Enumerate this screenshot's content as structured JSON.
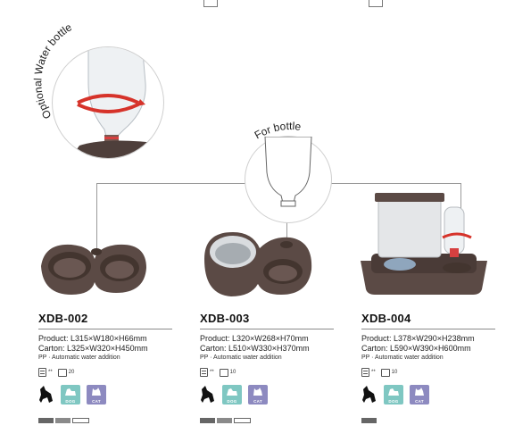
{
  "inset": {
    "caption": "Optional Water bottle"
  },
  "bottle": {
    "caption": "For bottle"
  },
  "products": [
    {
      "model": "XDB-002",
      "product": "Product: L315×W180×H66mm",
      "carton": "Carton: L325×W320×H450mm",
      "note": "PP · Automatic water addition",
      "pack_qty": "**",
      "carton_qty": "20",
      "badges": [
        {
          "label": "DOG",
          "color": "#7fc7c2"
        },
        {
          "label": "CAT",
          "color": "#8d8ac0"
        }
      ],
      "colors": [
        "#666666",
        "#8a8a8a",
        "#ffffff"
      ]
    },
    {
      "model": "XDB-003",
      "product": "Product: L320×W268×H70mm",
      "carton": "Carton: L510×W330×H370mm",
      "note": "PP · Automatic water addition",
      "pack_qty": "**",
      "carton_qty": "10",
      "badges": [
        {
          "label": "DOG",
          "color": "#7fc7c2"
        },
        {
          "label": "CAT",
          "color": "#8d8ac0"
        }
      ],
      "colors": [
        "#666666",
        "#8a8a8a",
        "#ffffff"
      ]
    },
    {
      "model": "XDB-004",
      "product": "Product: L378×W290×H238mm",
      "carton": "Carton: L590×W390×H600mm",
      "note": "PP · Automatic water addition",
      "pack_qty": "**",
      "carton_qty": "10",
      "badges": [
        {
          "label": "DOG",
          "color": "#7fc7c2"
        },
        {
          "label": "CAT",
          "color": "#8d8ac0"
        }
      ],
      "colors": [
        "#666666"
      ]
    }
  ]
}
